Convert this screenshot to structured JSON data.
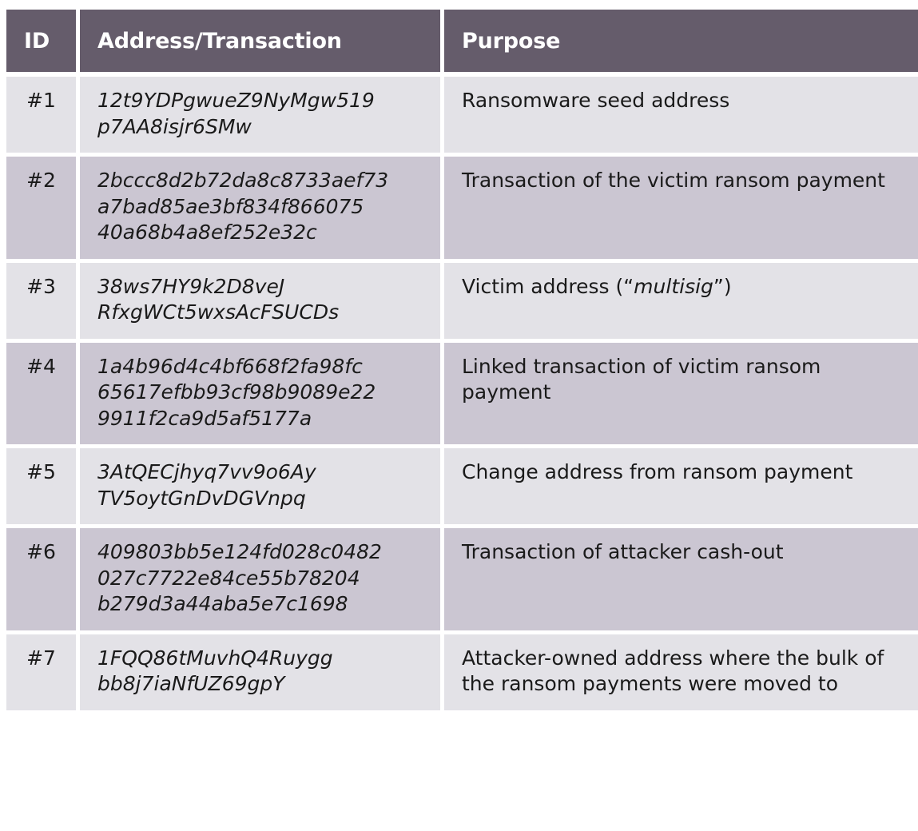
{
  "table": {
    "columns": [
      {
        "key": "id",
        "label": "ID"
      },
      {
        "key": "address",
        "label": "Address/Transaction"
      },
      {
        "key": "purpose",
        "label": "Purpose"
      }
    ],
    "colors": {
      "header_background": "#655C6B",
      "header_text": "#FFFFFF",
      "row_odd_background": "#E3E2E7",
      "row_even_background": "#CBC6D2",
      "body_text": "#1A1A1A",
      "grid_line": "#FFFFFF"
    },
    "rows": [
      {
        "id": "#1",
        "address": "12t9YDPgwueZ9NyMgw519p7AA8isjr6SMw",
        "address_lines": [
          "12t9YDPgwueZ9NyMgw519",
          "p7AA8isjr6SMw"
        ],
        "purpose": "Ransomware seed address",
        "purpose_emphasis": ""
      },
      {
        "id": "#2",
        "address": "2bccc8d2b72da8c8733aef73a7bad85ae3bf834f86607540a68b4a8ef252e32c",
        "address_lines": [
          "2bccc8d2b72da8c8733aef73",
          "a7bad85ae3bf834f866075",
          "40a68b4a8ef252e32c"
        ],
        "purpose": "Transaction of the victim ransom payment",
        "purpose_emphasis": ""
      },
      {
        "id": "#3",
        "address": "38ws7HY9k2D8veJRfxgWCt5wxsAcFSUCDs",
        "address_lines": [
          "38ws7HY9k2D8veJ",
          "RfxgWCt5wxsAcFSUCDs"
        ],
        "purpose": "Victim address (“multisig”)",
        "purpose_prefix": "Victim address (“",
        "purpose_emphasis": "multisig",
        "purpose_suffix": "”)"
      },
      {
        "id": "#4",
        "address": "1a4b96d4c4bf668f2fa98fc65617efbb93cf98b9089e229911f2ca9d5af5177a",
        "address_lines": [
          "1a4b96d4c4bf668f2fa98fc",
          "65617efbb93cf98b9089e22",
          "9911f2ca9d5af5177a"
        ],
        "purpose": "Linked transaction of victim ransom payment",
        "purpose_emphasis": ""
      },
      {
        "id": "#5",
        "address": "3AtQECjhyq7vv9o6AyTV5oytGnDvDGVnpq",
        "address_lines": [
          "3AtQECjhyq7vv9o6Ay",
          "TV5oytGnDvDGVnpq"
        ],
        "purpose": "Change address from ransom payment",
        "purpose_emphasis": ""
      },
      {
        "id": "#6",
        "address": "409803bb5e124fd028c0482027c7722e84ce55b78204b279d3a44aba5e7c1698",
        "address_lines": [
          "409803bb5e124fd028c0482",
          "027c7722e84ce55b78204",
          "b279d3a44aba5e7c1698"
        ],
        "purpose": "Transaction of attacker cash-out",
        "purpose_emphasis": ""
      },
      {
        "id": "#7",
        "address": "1FQQ86tMuvhQ4Ruyggbb8j7iaNfUZ69gpY",
        "address_lines": [
          "1FQQ86tMuvhQ4Ruygg",
          "bb8j7iaNfUZ69gpY"
        ],
        "purpose": "Attacker-owned address where the bulk of the ransom payments were moved to",
        "purpose_emphasis": ""
      }
    ]
  }
}
